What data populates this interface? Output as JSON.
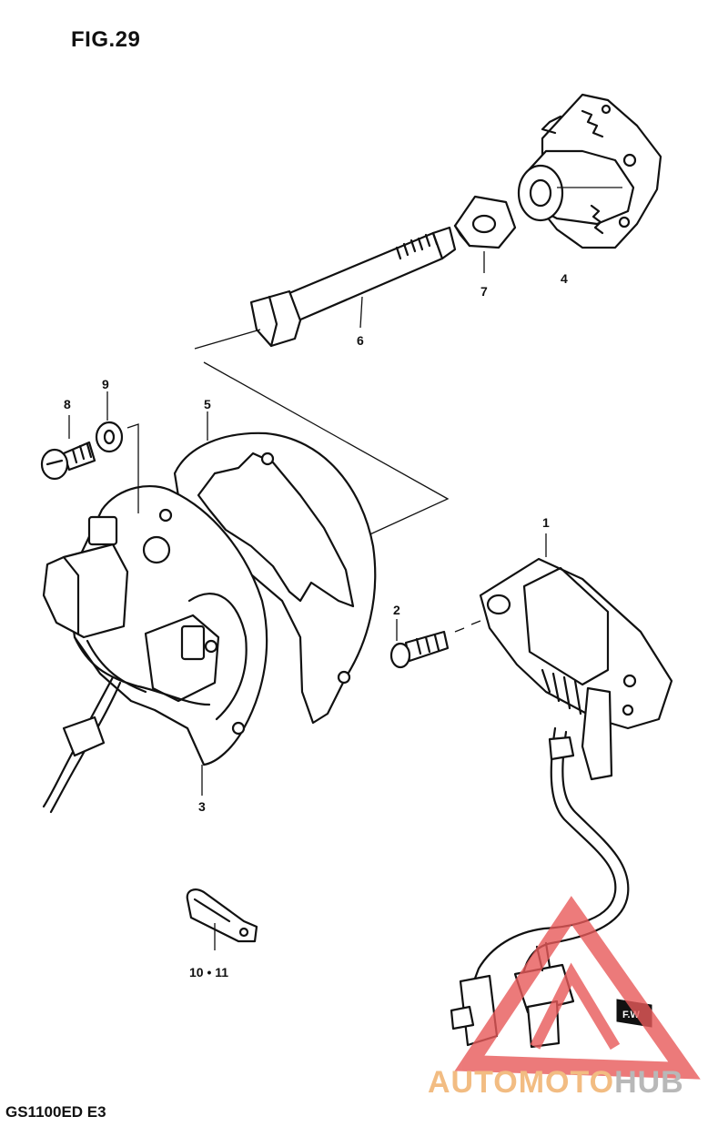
{
  "figure": {
    "title": "FIG.29",
    "model": "GS1100ED  E3"
  },
  "callouts": {
    "c1": "1",
    "c2": "2",
    "c3": "3",
    "c4": "4",
    "c5": "5",
    "c6": "6",
    "c7": "7",
    "c8": "8",
    "c9": "9",
    "c10_11": "10 • 11"
  },
  "tag_text": "F.W",
  "watermark": {
    "part_a": "AUTOMOTO",
    "part_b": "HUB",
    "color_a": "#f2bc82",
    "color_b": "#b8b8b8",
    "logo_color": "#e85a5a"
  }
}
